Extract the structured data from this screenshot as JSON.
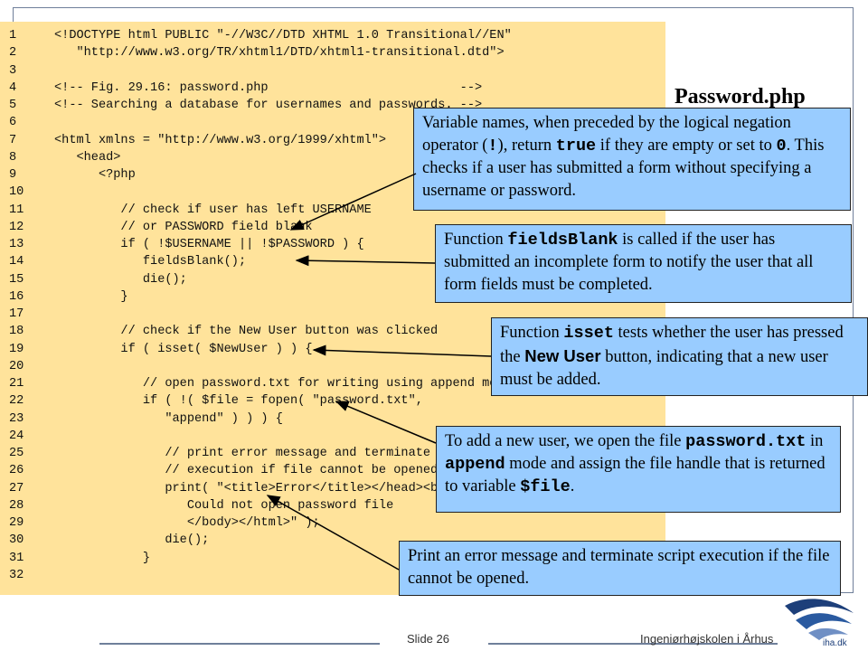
{
  "slide": {
    "title": "Password.php",
    "slide_number": "Slide 26",
    "school": "Ingeniørhøjskolen i Århus",
    "logo_text": "iha.dk",
    "accent_color": "#99ccff",
    "code_bg": "#ffe39b"
  },
  "code_lines": [
    {
      "n": "1",
      "text": "<!DOCTYPE html PUBLIC \"-//W3C//DTD XHTML 1.0 Transitional//EN\""
    },
    {
      "n": "2",
      "text": "   \"http://www.w3.org/TR/xhtml1/DTD/xhtml1-transitional.dtd\">"
    },
    {
      "n": "3",
      "text": ""
    },
    {
      "n": "4",
      "text": "<!-- Fig. 29.16: password.php                          -->"
    },
    {
      "n": "5",
      "text": "<!-- Searching a database for usernames and passwords. -->"
    },
    {
      "n": "6",
      "text": ""
    },
    {
      "n": "7",
      "text": "<html xmlns = \"http://www.w3.org/1999/xhtml\">"
    },
    {
      "n": "8",
      "text": "   <head>"
    },
    {
      "n": "9",
      "text": "      <?php"
    },
    {
      "n": "10",
      "text": ""
    },
    {
      "n": "11",
      "text": "         // check if user has left USERNAME"
    },
    {
      "n": "12",
      "text": "         // or PASSWORD field blank"
    },
    {
      "n": "13",
      "text": "         if ( !$USERNAME || !$PASSWORD ) {"
    },
    {
      "n": "14",
      "text": "            fieldsBlank();"
    },
    {
      "n": "15",
      "text": "            die();"
    },
    {
      "n": "16",
      "text": "         }"
    },
    {
      "n": "17",
      "text": ""
    },
    {
      "n": "18",
      "text": "         // check if the New User button was clicked"
    },
    {
      "n": "19",
      "text": "         if ( isset( $NewUser ) ) {"
    },
    {
      "n": "20",
      "text": ""
    },
    {
      "n": "21",
      "text": "            // open password.txt for writing using append mode"
    },
    {
      "n": "22",
      "text": "            if ( !( $file = fopen( \"password.txt\","
    },
    {
      "n": "23",
      "text": "               \"append\" ) ) ) {"
    },
    {
      "n": "24",
      "text": ""
    },
    {
      "n": "25",
      "text": "               // print error message and terminate script"
    },
    {
      "n": "26",
      "text": "               // execution if file cannot be opened"
    },
    {
      "n": "27",
      "text": "               print( \"<title>Error</title></head><body>"
    },
    {
      "n": "28",
      "text": "                  Could not open password file"
    },
    {
      "n": "29",
      "text": "                  </body></html>\" );"
    },
    {
      "n": "30",
      "text": "               die();"
    },
    {
      "n": "31",
      "text": "            }"
    },
    {
      "n": "32",
      "text": ""
    }
  ],
  "callouts": {
    "c1": {
      "a": "Variable names, when preceded by the logical negation operator (",
      "b": "!",
      "c": "), return ",
      "d": "true",
      "e": " if they are empty or set to ",
      "f": "0",
      "g": ". This checks if a user has submitted a form without specifying a username or password."
    },
    "c2": {
      "a": "Function ",
      "b": "fieldsBlank",
      "c": " is called if the user has submitted an incomplete form to notify the user that all form fields must be completed."
    },
    "c3": {
      "a": "Function ",
      "b": "isset",
      "c": " tests whether the user has pressed the ",
      "d": "New User",
      "e": " button, indicating that a new user must be added."
    },
    "c4": {
      "a": "To add a new user, we open the file ",
      "b": "password.txt",
      "c": " in ",
      "d": "append",
      "e": " mode and assign the file handle that is returned to variable ",
      "f": "$file",
      "g": "."
    },
    "c5": {
      "a": "Print an error message and terminate script execution if the file cannot be opened."
    }
  }
}
